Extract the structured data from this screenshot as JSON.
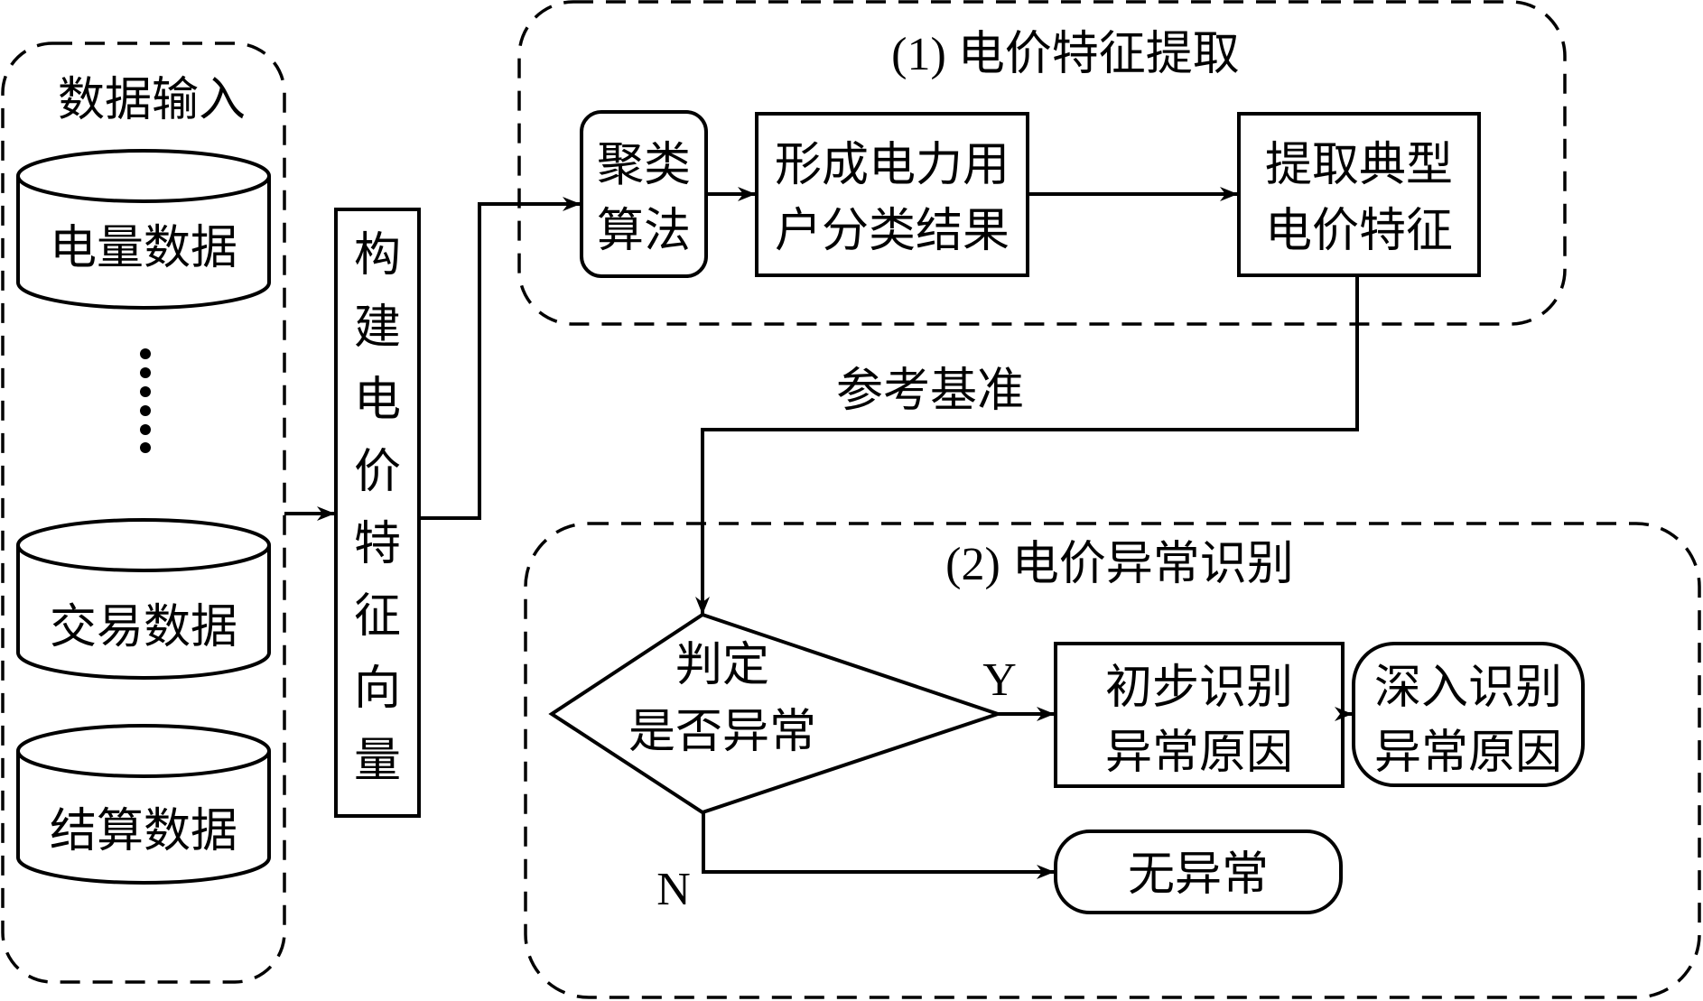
{
  "diagram": {
    "groups": {
      "data_input": {
        "title": "数据输入"
      },
      "feature_extraction": {
        "title": "(1) 电价特征提取"
      },
      "anomaly_identification": {
        "title": "(2) 电价异常识别"
      }
    },
    "databases": [
      {
        "label": "电量数据"
      },
      {
        "label": "交易数据"
      },
      {
        "label": "结算数据"
      }
    ],
    "ellipsis": "⋮",
    "vector_box": {
      "chars": [
        "构",
        "建",
        "电",
        "价",
        "特",
        "征",
        "向",
        "量"
      ]
    },
    "nodes": {
      "clustering": {
        "line1": "聚类",
        "line2": "算法"
      },
      "classification": {
        "line1": "形成电力用",
        "line2": "户分类结果"
      },
      "typical_features": {
        "line1": "提取典型",
        "line2": "电价特征"
      },
      "decision": {
        "line1": "判定",
        "line2": "是否异常"
      },
      "initial_identify": {
        "line1": "初步识别",
        "line2": "异常原因"
      },
      "deep_identify": {
        "line1": "深入识别",
        "line2": "异常原因"
      },
      "no_anomaly": {
        "label": "无异常"
      }
    },
    "edge_labels": {
      "reference": "参考基准",
      "yes": "Y",
      "no": "N"
    }
  }
}
